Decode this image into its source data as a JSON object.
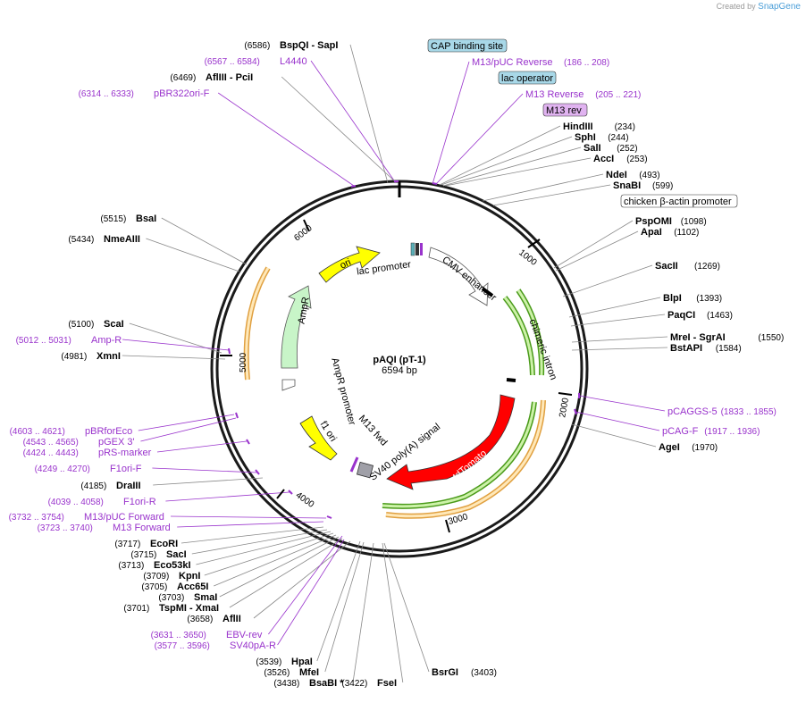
{
  "credit": {
    "prefix": "Created by",
    "brand": "SnapGene"
  },
  "plasmid": {
    "name": "pAQI (pT-1)",
    "size_label": "6594 bp",
    "length": 6594
  },
  "ticks": [
    "1000",
    "2000",
    "3000",
    "4000",
    "5000",
    "6000"
  ],
  "features": [
    {
      "label": "lac promoter",
      "kind": "text"
    },
    {
      "label": "CMV enhancer",
      "kind": "text"
    },
    {
      "label": "chimeric intron",
      "kind": "text"
    },
    {
      "label": "tdTomato",
      "kind": "text"
    },
    {
      "label": "SV40 poly(A) signal",
      "kind": "text"
    },
    {
      "label": "M13 fwd",
      "kind": "text"
    },
    {
      "label": "f1 ori",
      "kind": "text"
    },
    {
      "label": "AmpR promoter",
      "kind": "text"
    },
    {
      "label": "AmpR",
      "kind": "text"
    },
    {
      "label": "ori",
      "kind": "text"
    }
  ],
  "boxed_labels": [
    {
      "label": "CAP binding site",
      "color": "#a8d8e8"
    },
    {
      "label": "lac operator",
      "color": "#a8d8e8"
    },
    {
      "label": "M13 rev",
      "color": "#e0b3f0"
    },
    {
      "label": "chicken β-actin promoter",
      "color": "#ffffff"
    }
  ],
  "sites": [
    {
      "name": "BspQI",
      "suffix": "- SapI",
      "pos": "(6586)",
      "side": "L"
    },
    {
      "name": "L4440",
      "pos": "(6567 .. 6584)",
      "side": "L",
      "primer": true
    },
    {
      "name": "AflIII",
      "suffix": "- PciI",
      "pos": "(6469)",
      "side": "L"
    },
    {
      "name": "pBR322ori-F",
      "pos": "(6314 .. 6333)",
      "side": "L",
      "primer": true
    },
    {
      "name": "M13/pUC Reverse",
      "pos": "(186 .. 208)",
      "side": "R",
      "primer": true
    },
    {
      "name": "M13 Reverse",
      "pos": "(205 .. 221)",
      "side": "R",
      "primer": true
    },
    {
      "name": "HindIII",
      "pos": "(234)",
      "side": "R"
    },
    {
      "name": "SphI",
      "pos": "(244)",
      "side": "R"
    },
    {
      "name": "SalI",
      "pos": "(252)",
      "side": "R"
    },
    {
      "name": "AccI",
      "pos": "(253)",
      "side": "R"
    },
    {
      "name": "NdeI",
      "pos": "(493)",
      "side": "R"
    },
    {
      "name": "SnaBI",
      "pos": "(599)",
      "side": "R"
    },
    {
      "name": "PspOMI",
      "pos": "(1098)",
      "side": "R"
    },
    {
      "name": "ApaI",
      "pos": "(1102)",
      "side": "R"
    },
    {
      "name": "SacII",
      "pos": "(1269)",
      "side": "R"
    },
    {
      "name": "BlpI",
      "pos": "(1393)",
      "side": "R"
    },
    {
      "name": "PaqCI",
      "pos": "(1463)",
      "side": "R"
    },
    {
      "name": "MreI",
      "suffix": "- SgrAI",
      "pos": "(1550)",
      "side": "R"
    },
    {
      "name": "BstAPI",
      "pos": "(1584)",
      "side": "R"
    },
    {
      "name": "pCAGGS-5",
      "pos": "(1833 .. 1855)",
      "side": "R",
      "primer": true
    },
    {
      "name": "pCAG-F",
      "pos": "(1917 .. 1936)",
      "side": "R",
      "primer": true
    },
    {
      "name": "AgeI",
      "pos": "(1970)",
      "side": "R"
    },
    {
      "name": "BsaI",
      "pos": "(5515)",
      "side": "L"
    },
    {
      "name": "NmeAIII",
      "pos": "(5434)",
      "side": "L"
    },
    {
      "name": "ScaI",
      "pos": "(5100)",
      "side": "L"
    },
    {
      "name": "Amp-R",
      "pos": "(5012 .. 5031)",
      "side": "L",
      "primer": true
    },
    {
      "name": "XmnI",
      "pos": "(4981)",
      "side": "L"
    },
    {
      "name": "pBRforEco",
      "pos": "(4603 .. 4621)",
      "side": "L",
      "primer": true
    },
    {
      "name": "pGEX 3'",
      "pos": "(4543 .. 4565)",
      "side": "L",
      "primer": true
    },
    {
      "name": "pRS-marker",
      "pos": "(4424 .. 4443)",
      "side": "L",
      "primer": true
    },
    {
      "name": "F1ori-F",
      "pos": "(4249 .. 4270)",
      "side": "L",
      "primer": true
    },
    {
      "name": "DraIII",
      "pos": "(4185)",
      "side": "L"
    },
    {
      "name": "F1ori-R",
      "pos": "(4039 .. 4058)",
      "side": "L",
      "primer": true
    },
    {
      "name": "M13/pUC Forward",
      "pos": "(3732 .. 3754)",
      "side": "L",
      "primer": true
    },
    {
      "name": "M13 Forward",
      "pos": "(3723 .. 3740)",
      "side": "L",
      "primer": true
    },
    {
      "name": "EcoRI",
      "pos": "(3717)",
      "side": "L"
    },
    {
      "name": "SacI",
      "pos": "(3715)",
      "side": "L"
    },
    {
      "name": "Eco53kI",
      "pos": "(3713)",
      "side": "L"
    },
    {
      "name": "KpnI",
      "pos": "(3709)",
      "side": "L"
    },
    {
      "name": "Acc65I",
      "pos": "(3705)",
      "side": "L"
    },
    {
      "name": "SmaI",
      "pos": "(3703)",
      "side": "L"
    },
    {
      "name": "TspMI",
      "suffix": "- XmaI",
      "pos": "(3701)",
      "side": "L"
    },
    {
      "name": "AflII",
      "pos": "(3658)",
      "side": "L"
    },
    {
      "name": "EBV-rev",
      "pos": "(3631 .. 3650)",
      "side": "L",
      "primer": true
    },
    {
      "name": "SV40pA-R",
      "pos": "(3577 .. 3596)",
      "side": "L",
      "primer": true
    },
    {
      "name": "HpaI",
      "pos": "(3539)",
      "side": "L"
    },
    {
      "name": "MfeI",
      "pos": "(3526)",
      "side": "L"
    },
    {
      "name": "BsaBI",
      "suffix": "*",
      "pos": "(3438)",
      "side": "L"
    },
    {
      "name": "FseI",
      "pos": "(3422)",
      "side": "L"
    },
    {
      "name": "BsrGI",
      "pos": "(3403)",
      "side": "R"
    }
  ],
  "colors": {
    "ring": "#1a1a1a",
    "primer": "#9933cc",
    "site_line": "#888888",
    "ori": "#ffff00",
    "ampr": "#c8f5c8",
    "tdtomato": "#ff0000",
    "intron_arc": "#4a9a1a",
    "orange_arc": "#e0a040"
  }
}
